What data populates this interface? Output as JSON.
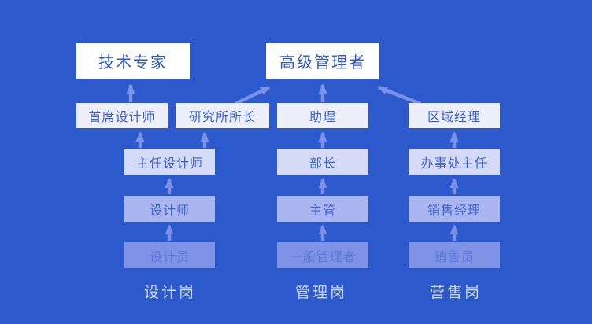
{
  "diagram_title": "career-promotion-paths",
  "colors": {
    "background": "#2c59cb",
    "arrow": "#7b91e8",
    "level1_box": "#ffffff",
    "level2_box": "#edeffb",
    "level3_box": "#d5dbf7",
    "level4_box": "#aab6f0",
    "level5_box": "#7e93e6",
    "level1_text": "#2e56c8",
    "level5_text": "#5b79dc",
    "column_label_text": "#cdd8f6"
  },
  "nodes": {
    "tech_expert": "技术专家",
    "senior_manager": "高级管理者",
    "chief_designer": "首席设计师",
    "institute_director": "研究所所长",
    "assistant": "助理",
    "regional_manager": "区域经理",
    "lead_designer": "主任设计师",
    "minister": "部长",
    "office_director": "办事处主任",
    "designer": "设计师",
    "supervisor": "主管",
    "sales_manager": "销售经理",
    "junior_designer": "设计员",
    "general_manager": "一般管理者",
    "salesperson": "销售员"
  },
  "column_labels": {
    "design": "设计岗",
    "management": "管理岗",
    "sales": "营售岗"
  },
  "edges": [
    {
      "from": "chief_designer",
      "to": "tech_expert"
    },
    {
      "from": "institute_director",
      "to": "senior_manager"
    },
    {
      "from": "assistant",
      "to": "senior_manager"
    },
    {
      "from": "regional_manager",
      "to": "senior_manager"
    },
    {
      "from": "lead_designer",
      "to": "chief_designer"
    },
    {
      "from": "lead_designer",
      "to": "institute_director"
    },
    {
      "from": "minister",
      "to": "assistant"
    },
    {
      "from": "office_director",
      "to": "regional_manager"
    },
    {
      "from": "designer",
      "to": "lead_designer"
    },
    {
      "from": "supervisor",
      "to": "minister"
    },
    {
      "from": "sales_manager",
      "to": "office_director"
    },
    {
      "from": "junior_designer",
      "to": "designer"
    },
    {
      "from": "general_manager",
      "to": "supervisor"
    },
    {
      "from": "salesperson",
      "to": "sales_manager"
    }
  ]
}
